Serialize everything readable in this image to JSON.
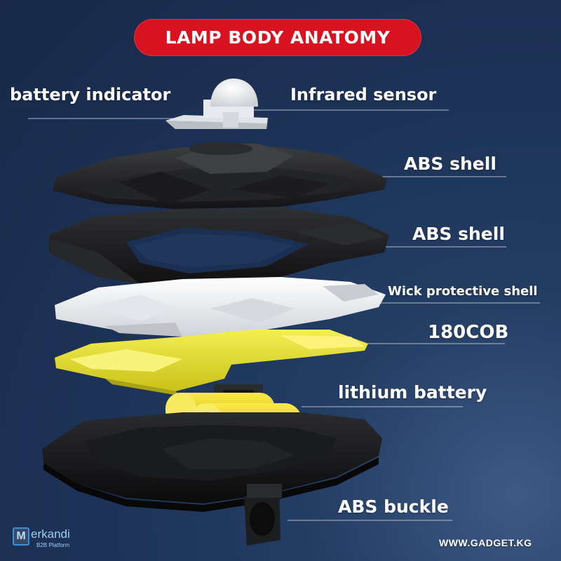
{
  "title": "LAMP BODY ANATOMY",
  "labels": {
    "battery_indicator": "battery indicator",
    "infrared_sensor": "Infrared sensor",
    "abs_shell_top": "ABS shell",
    "abs_shell_second": "ABS shell",
    "wick_protective_shell": "Wick protective shell",
    "cob": "180COB",
    "lithium_battery": "lithium battery",
    "abs_buckle": "ABS buckle"
  },
  "watermark": {
    "brand_letter": "M",
    "brand": "erkandi",
    "tagline": "B2B Platform"
  },
  "site": "WWW.GADGET.KG",
  "colors": {
    "title_background": "#d8121f",
    "background": "#1c3256",
    "label_text": "#ffffff",
    "cob_layer": "#e8e236",
    "battery": "#e9d82e",
    "wick_shell": "#eef0f2",
    "abs_shell": "#1f1f21"
  }
}
